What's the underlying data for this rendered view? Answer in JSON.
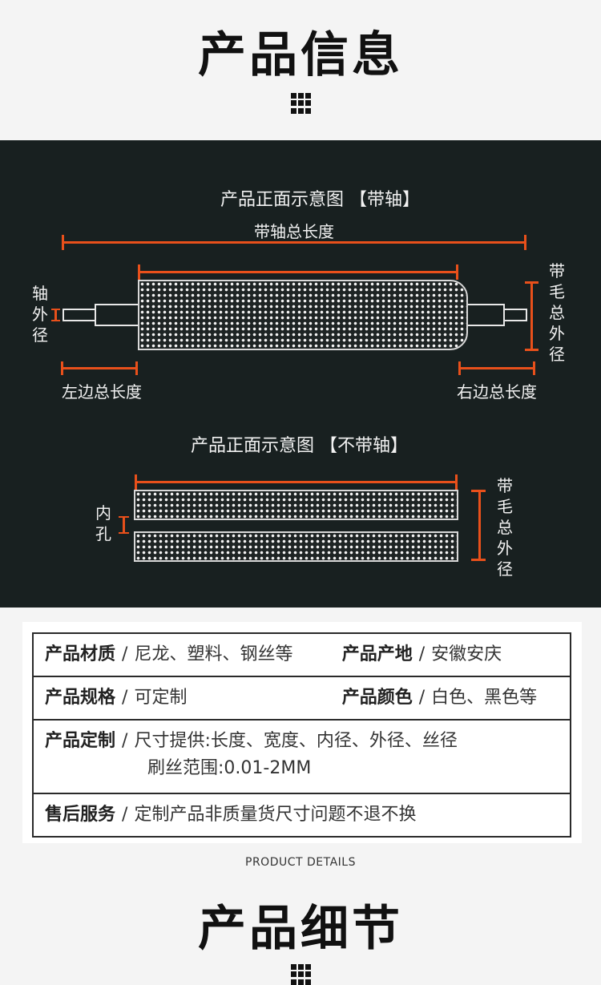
{
  "header": {
    "title": "产品信息"
  },
  "diagram": {
    "with_shaft": {
      "caption": "产品正面示意图 【带轴】",
      "total_length": "带轴总长度",
      "shaft_outer_diameter": "轴外径",
      "brush_outer_diameter": "带毛总外径",
      "left_length": "左边总长度",
      "right_length": "右边总长度"
    },
    "without_shaft": {
      "caption": "产品正面示意图 【不带轴】",
      "inner_hole": "内孔",
      "brush_outer_diameter": "带毛总外径"
    },
    "accent_color": "#e8501b"
  },
  "specs": {
    "rows": [
      {
        "k1": "产品材质",
        "v1": "尼龙、塑料、钢丝等",
        "k2": "产品产地",
        "v2": "安徽安庆"
      },
      {
        "k1": "产品规格",
        "v1": "可定制",
        "k2": "产品颜色",
        "v2": "白色、黑色等"
      }
    ],
    "custom_label": "产品定制",
    "custom_line1": "尺寸提供:长度、宽度、内径、外径、丝径",
    "custom_line2": "刷丝范围:0.01-2MM",
    "service_label": "售后服务",
    "service_value": "定制产品非质量货尺寸问题不退不换",
    "separator": "/"
  },
  "details": {
    "subtitle": "PRODUCT DETAILS",
    "title": "产品细节"
  }
}
